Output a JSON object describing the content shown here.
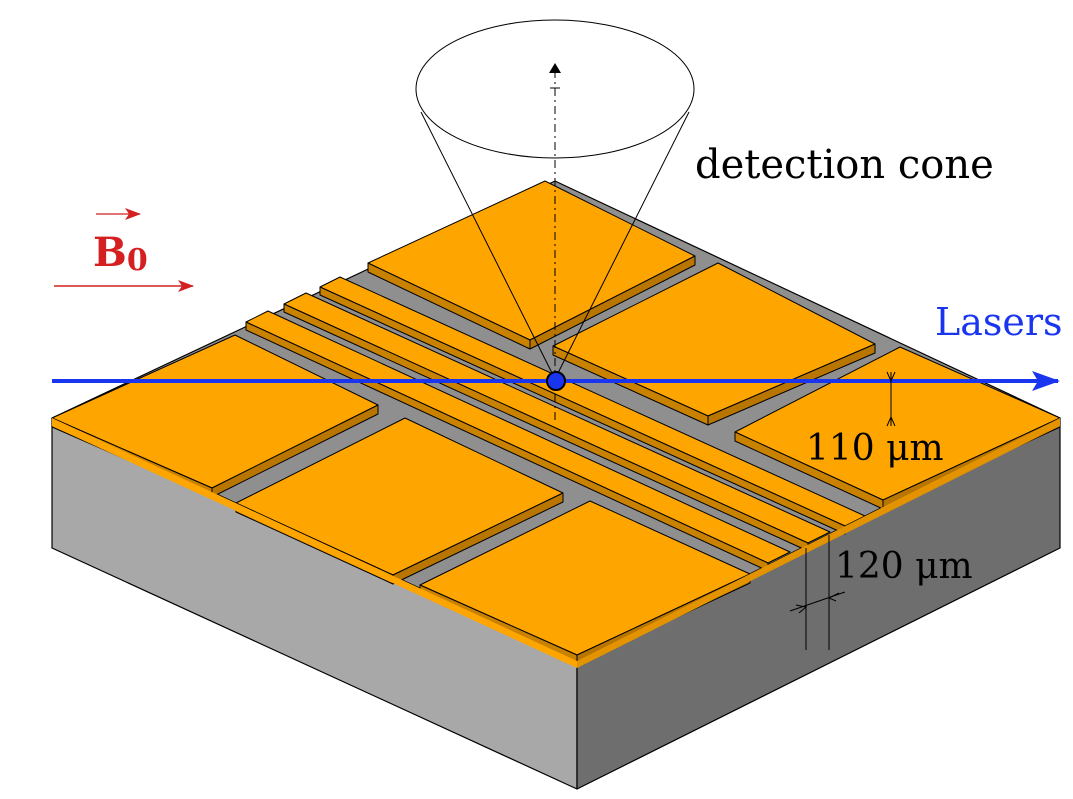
{
  "labels": {
    "detection": "detection cone",
    "lasers": "Lasers",
    "field_main": "B",
    "field_sub": "0",
    "dim_height": "110 μm",
    "dim_width": "120 μm"
  },
  "colors": {
    "gold_top": "#FFA500",
    "gold_side": "#C98200",
    "substrate_top": "#8F8F8F",
    "substrate_left": "#A8A8A8",
    "substrate_right": "#6E6E6E",
    "laser": "#1A35F0",
    "field": "#D42020",
    "outline": "#000000"
  }
}
